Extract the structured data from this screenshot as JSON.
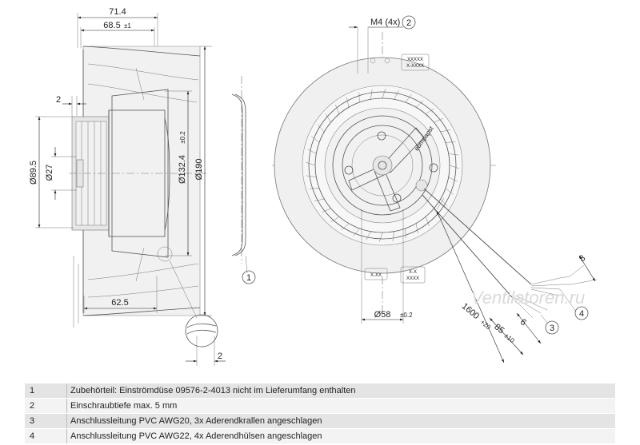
{
  "dimensions": {
    "width_total": "71.4",
    "width_inner": "68.5",
    "width_inner_tol": "±1",
    "offset_2": "2",
    "dia_89_5": "Ø89.5",
    "dia_27": "Ø27",
    "dia_132_4": "Ø132.4",
    "dia_132_4_tol": "±0.2",
    "dia_190": "Ø190",
    "depth_62_5": "62.5",
    "detail_2": "2",
    "thread": "M4 (4x)",
    "thread_ref": "2",
    "dia_58": "Ø58",
    "dia_58_tol": "±0.2",
    "cable_length": "1600",
    "cable_length_tol": "+20",
    "strip_85": "85",
    "strip_85_tol": "±10",
    "strip_6": "6",
    "strip_8": "8"
  },
  "callouts": {
    "c1": "1",
    "c3": "3",
    "c4": "4"
  },
  "markings": {
    "label_top_1": "XXXXX",
    "label_top_2": "X-XXXX",
    "label_bottom_1": "X-X",
    "label_bottom_2": "XXXX",
    "label_left": "X-XX",
    "brand": "ebmpapst"
  },
  "watermark": "Ventilatoren.ru",
  "legend": [
    {
      "num": "1",
      "text": "Zubehörteil: Einströmdüse 09576-2-4013 nicht im Lieferumfang enthalten"
    },
    {
      "num": "2",
      "text": "Einschraubtiefe max. 5 mm"
    },
    {
      "num": "3",
      "text": "Anschlussleitung PVC AWG20, 3x Aderendkrallen angeschlagen"
    },
    {
      "num": "4",
      "text": "Anschlussleitung PVC AWG22, 4x Aderendhülsen angeschlagen"
    }
  ]
}
